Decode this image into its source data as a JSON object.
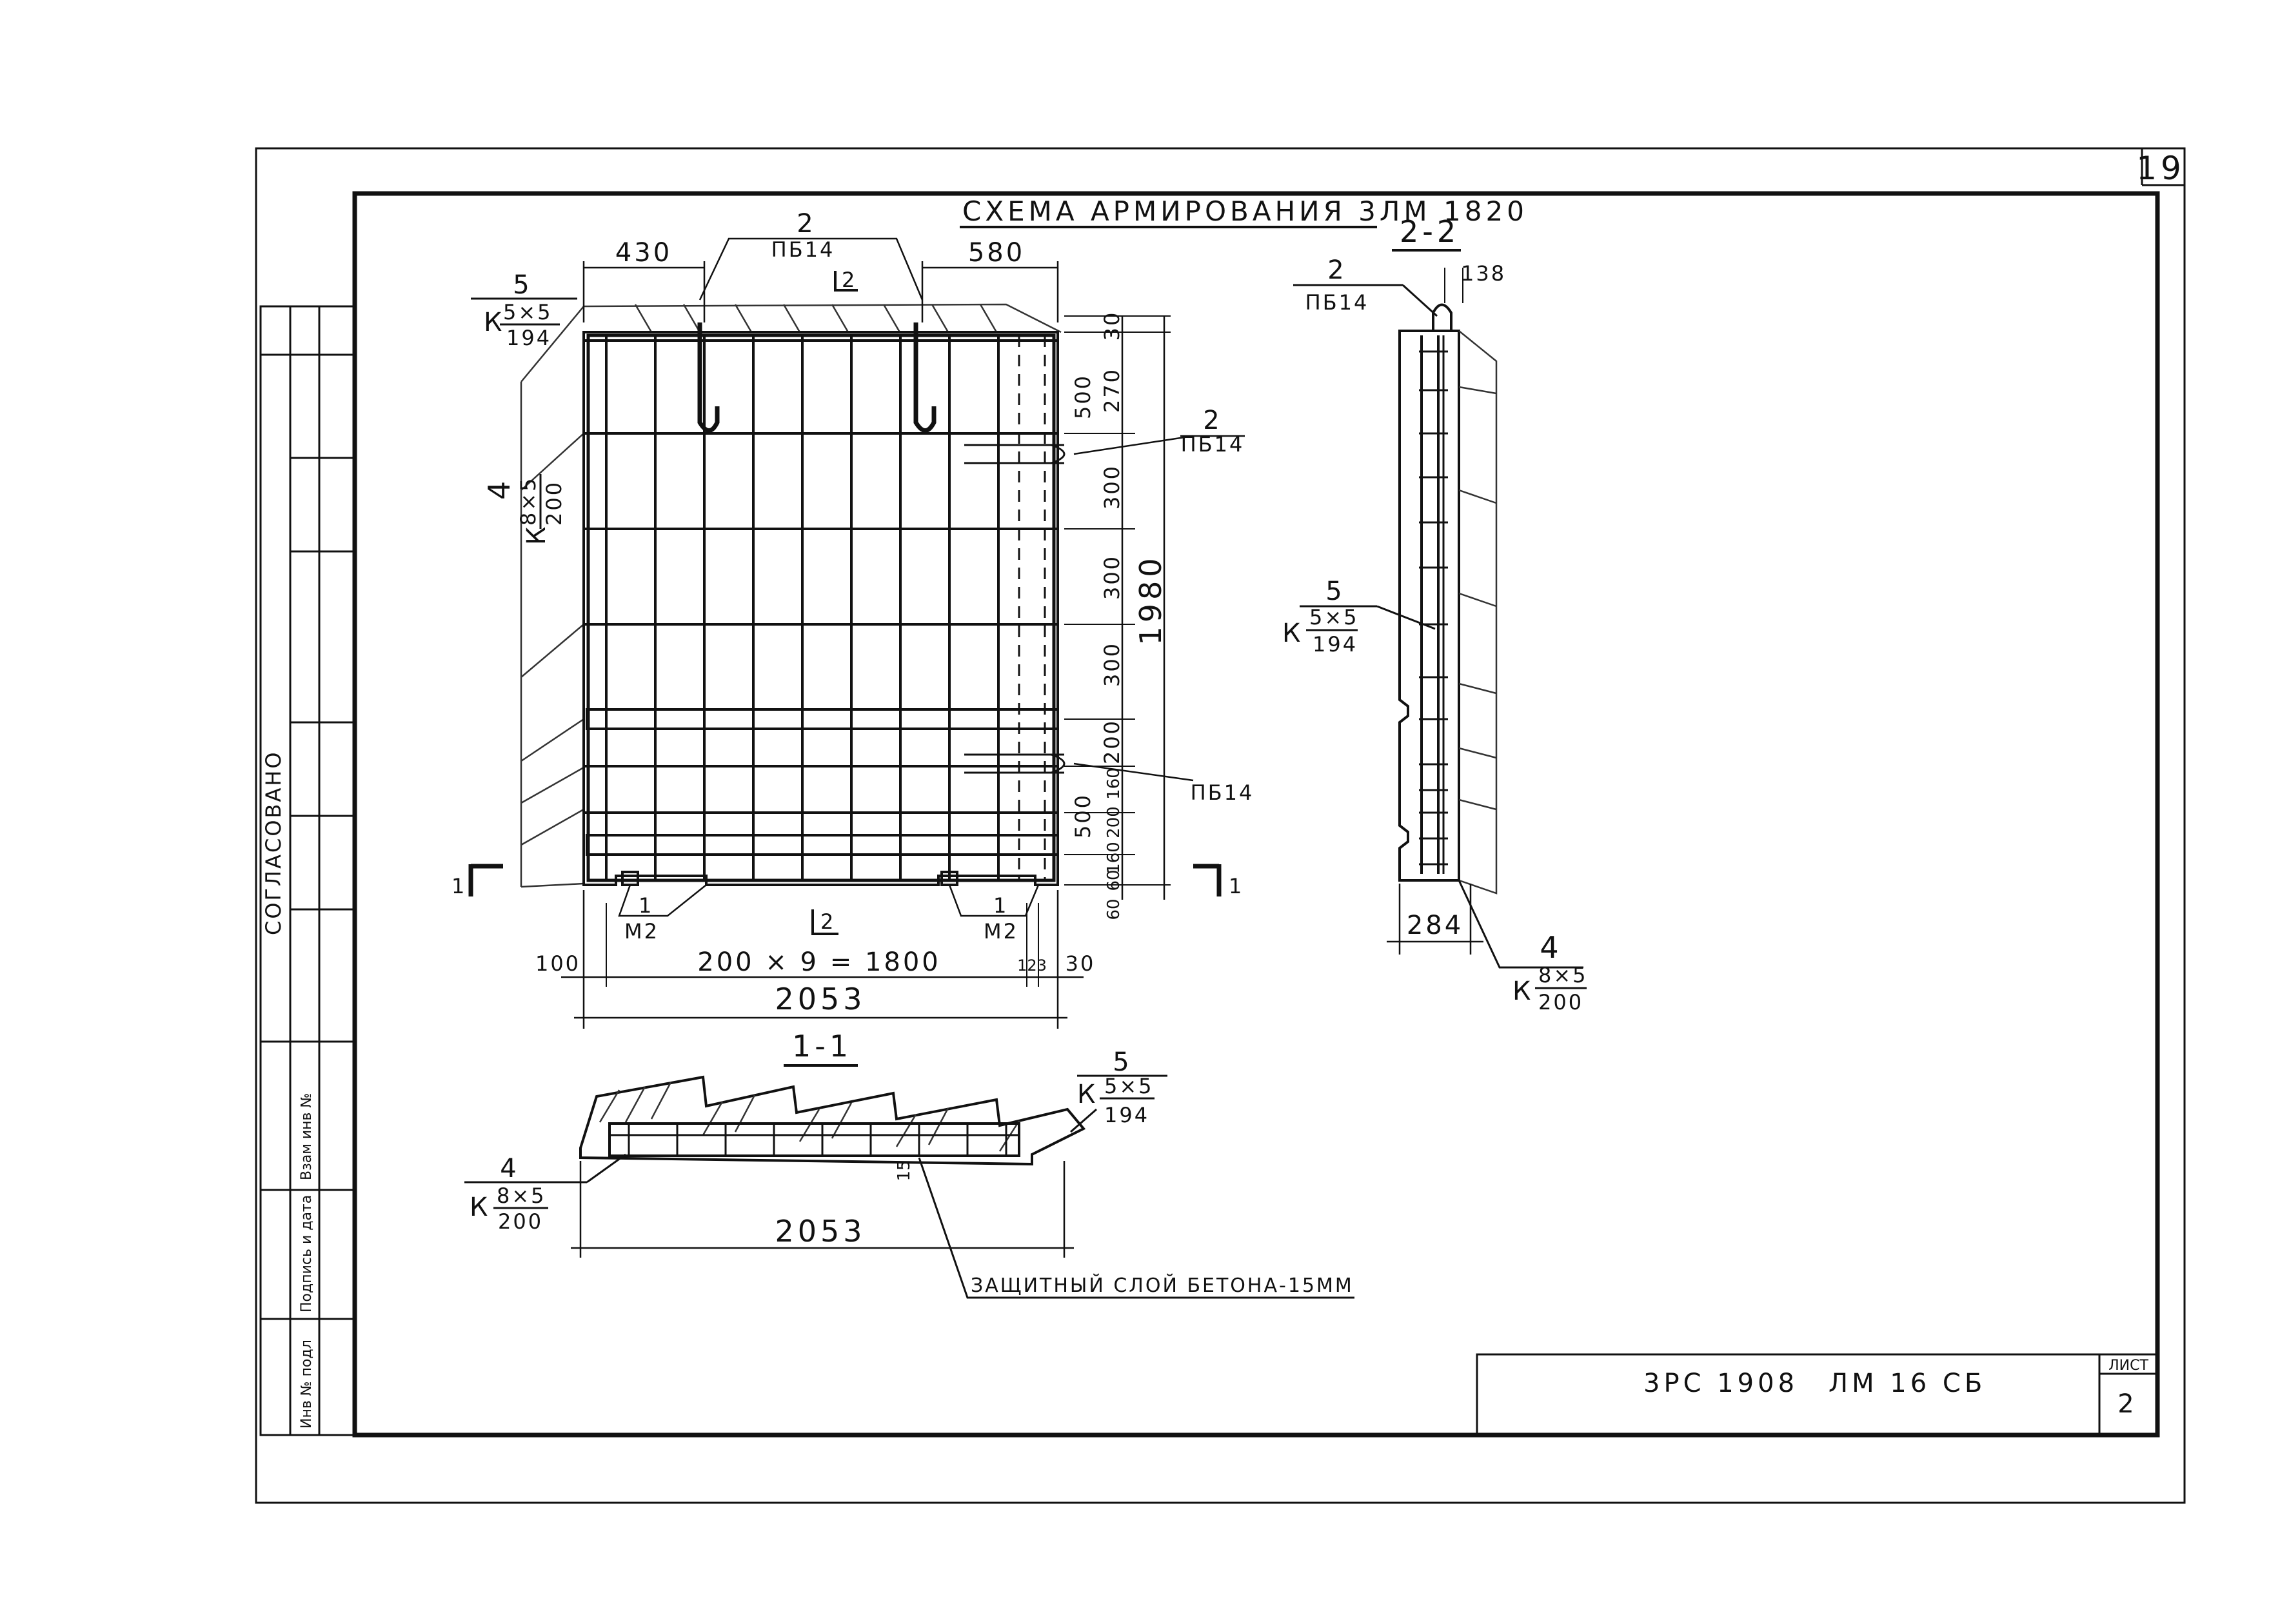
{
  "sheet_number": "19",
  "drawing": {
    "title": "СХЕМА АРМИРОВАНИЯ 3ЛМ 1820",
    "section_22": "2-2",
    "section_11": "1-1"
  },
  "front_view": {
    "dim_left_top": "430",
    "dim_right_top": "580",
    "top_mark_num": "2",
    "top_mark_name": "ПБ14",
    "section_mark": "2",
    "mesh5_num": "5",
    "mesh5_k": "К",
    "mesh5_top": "5×5",
    "mesh5_bottom": "194",
    "mesh4_num": "4",
    "mesh4_k": "К",
    "mesh4_top": "8×5",
    "mesh4_bottom": "200",
    "loop_upper_num": "2",
    "loop_upper_name": "ПБ14",
    "loop_lower_name": "ПБ14",
    "dim_right": [
      "30",
      "270",
      "500",
      "300",
      "300",
      "300",
      "200",
      "160",
      "200",
      "500",
      "160",
      "60",
      "60"
    ],
    "dim_total_height": "1980",
    "section_cut_left": "1",
    "section_cut_right": "1",
    "m2_left_num": "1",
    "m2_left_name": "М2",
    "m2_right_num": "1",
    "m2_right_name": "М2",
    "bottom_section_mark": "2",
    "dim_bottom_left": "100",
    "dim_bottom_mid": "200 × 9 = 1800",
    "dim_bottom_123": "123",
    "dim_bottom_30": "30",
    "dim_total_width": "2053"
  },
  "section_22": {
    "loop_num": "2",
    "loop_name": "ПБ14",
    "dim_138": "138",
    "mesh5_num": "5",
    "mesh5_k": "К",
    "mesh5_top": "5×5",
    "mesh5_bottom": "194",
    "dim_284": "284",
    "mesh4_num": "4",
    "mesh4_k": "К",
    "mesh4_top": "8×5",
    "mesh4_bottom": "200"
  },
  "section_11": {
    "mesh5_num": "5",
    "mesh5_k": "К",
    "mesh5_top": "5×5",
    "mesh5_bottom": "194",
    "mesh4_num": "4",
    "mesh4_k": "К",
    "mesh4_top": "8×5",
    "mesh4_bottom": "200",
    "dim_15": "15",
    "dim_width": "2053",
    "note": "ЗАЩИТНЫЙ СЛОЙ БЕТОНА-15ММ"
  },
  "side_stamp": {
    "agreed": "СОГЛАСОВАНО",
    "vzam_inv": "Взам инв №",
    "podpis_data": "Подпись и дата",
    "inv_podl": "Инв № подл"
  },
  "title_block": {
    "code": "3РС 1908",
    "mark": "ЛМ 16 СБ",
    "sheet_label": "ЛИСТ",
    "sheet_value": "2"
  }
}
